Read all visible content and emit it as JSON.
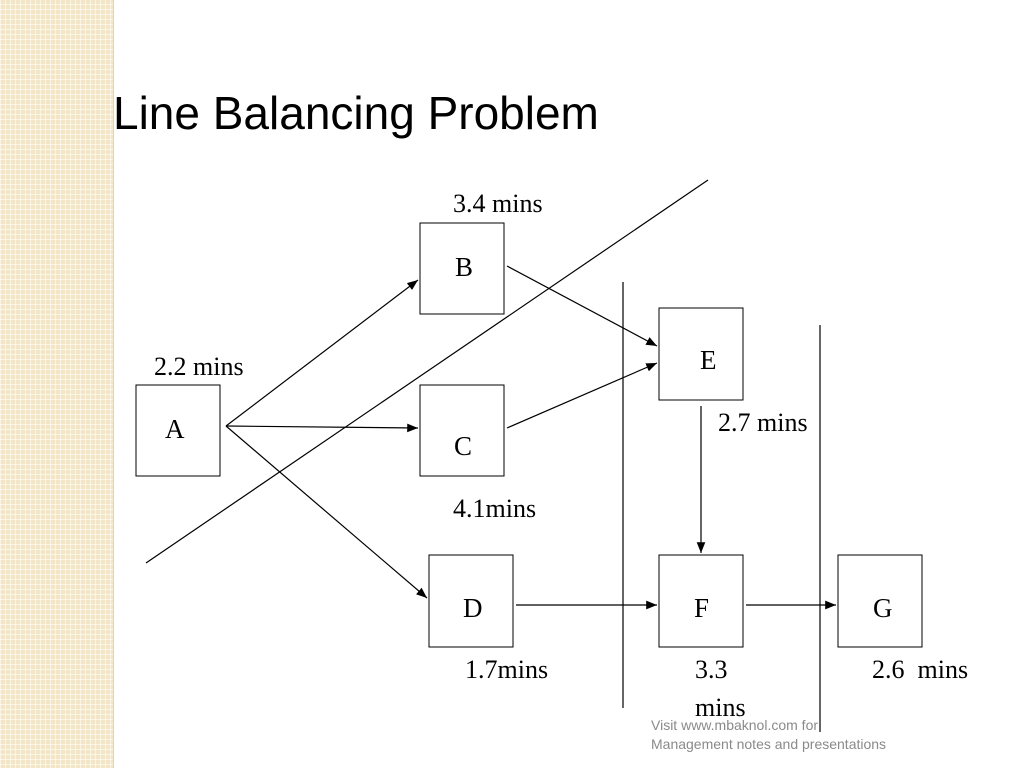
{
  "title": "Line Balancing Problem",
  "nodes": {
    "A": {
      "label": "A",
      "time": "2.2 mins"
    },
    "B": {
      "label": "B",
      "time": "3.4 mins"
    },
    "C": {
      "label": "C",
      "time": "4.1mins"
    },
    "D": {
      "label": "D",
      "time": "1.7mins"
    },
    "E": {
      "label": "E",
      "time": "2.7 mins"
    },
    "F": {
      "label": "F",
      "time_line1": "3.3",
      "time_line2": "mins"
    },
    "G": {
      "label": "G",
      "time": "2.6  mins"
    }
  },
  "edges": [
    {
      "from": "A",
      "to": "B"
    },
    {
      "from": "A",
      "to": "C"
    },
    {
      "from": "A",
      "to": "D"
    },
    {
      "from": "B",
      "to": "E"
    },
    {
      "from": "C",
      "to": "E"
    },
    {
      "from": "E",
      "to": "F"
    },
    {
      "from": "D",
      "to": "F"
    },
    {
      "from": "F",
      "to": "G"
    }
  ],
  "footer": {
    "line1": "Visit www.mbaknol.com for",
    "line2": "Management notes and presentations"
  }
}
